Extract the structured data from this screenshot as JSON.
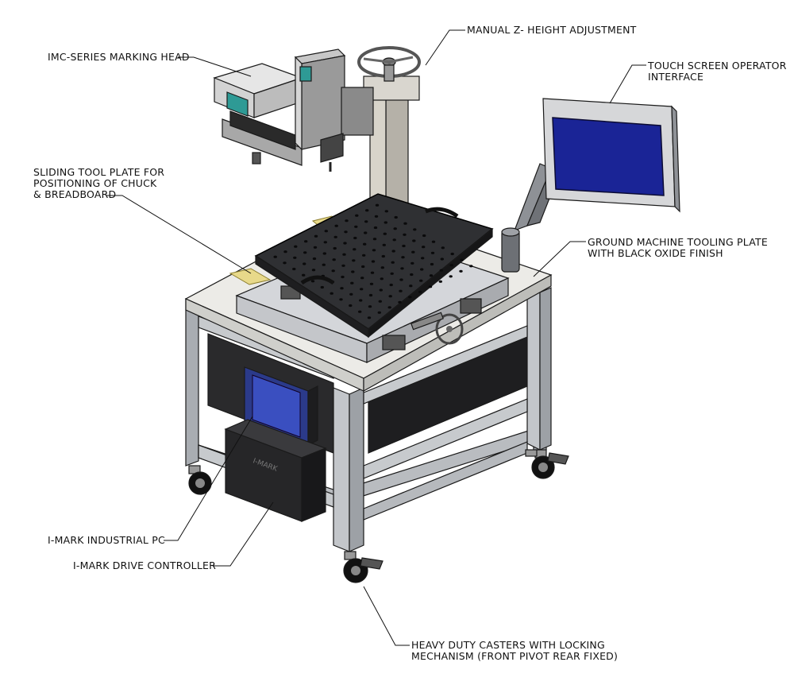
{
  "callouts": {
    "manual_z": "MANUAL Z- HEIGHT ADJUSTMENT",
    "marking_head": "IMC-SERIES MARKING HEAD",
    "touch_screen": [
      "TOUCH SCREEN OPERATOR",
      "INTERFACE"
    ],
    "sliding_plate": [
      "SLIDING TOOL PLATE FOR",
      "POSITIONING OF CHUCK",
      "& BREADBOARD"
    ],
    "ground_plate": [
      "GROUND MACHINE TOOLING PLATE",
      "WITH BLACK OXIDE FINISH"
    ],
    "industrial_pc": "I-MARK INDUSTRIAL PC",
    "drive_controller": "I-MARK DRIVE CONTROLLER",
    "casters": [
      "HEAVY DUTY CASTERS WITH LOCKING",
      "MECHANISM (FRONT PIVOT REAR FIXED)"
    ]
  },
  "colors": {
    "frame": "#b9bcc0",
    "frame_dark": "#8c9095",
    "tabletop": "#ecebe7",
    "breadboard": "#2f3033",
    "screen": "#1a2496",
    "cabinet": "#232325",
    "accent_teal": "#2e9a95",
    "brass": "#e8d98a"
  }
}
